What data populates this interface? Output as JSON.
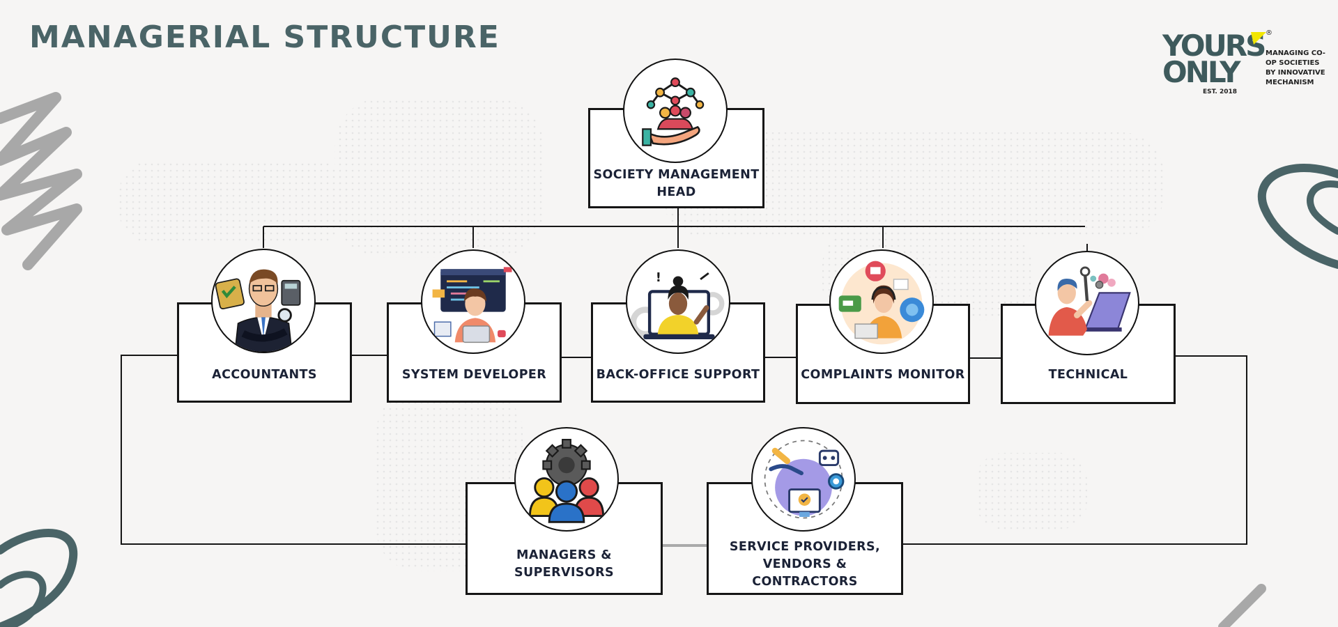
{
  "title": "MANAGERIAL STRUCTURE",
  "logo": {
    "word1": "YOURS",
    "word2": "ONLY",
    "registered": "®",
    "tagline": "MANAGING CO-OP SOCIETIES BY INNOVATIVE MECHANISM",
    "established": "EST. 2018"
  },
  "nodes": {
    "head": {
      "label": "SOCIETY MANAGEMENT\nHEAD",
      "icon": "community-network-icon"
    },
    "accountants": {
      "label": "ACCOUNTANTS",
      "icon": "accountant-icon"
    },
    "system_developer": {
      "label": "SYSTEM DEVELOPER",
      "icon": "developer-icon"
    },
    "back_office": {
      "label": "BACK-OFFICE SUPPORT",
      "icon": "support-agent-icon"
    },
    "complaints": {
      "label": "COMPLAINTS MONITOR",
      "icon": "call-center-icon"
    },
    "technical": {
      "label": "TECHNICAL",
      "icon": "technician-icon"
    },
    "managers": {
      "label": "MANAGERS &\nSUPERVISORS",
      "icon": "team-gear-icon"
    },
    "vendors": {
      "label": "SERVICE PROVIDERS,\nVENDORS & CONTRACTORS",
      "icon": "service-automation-icon"
    }
  },
  "colors": {
    "title": "#4a6467",
    "line": "#151515",
    "accent_teal": "#4a6467",
    "logo_yellow": "#f2e600",
    "scribble_gray": "#a8a8a8"
  }
}
